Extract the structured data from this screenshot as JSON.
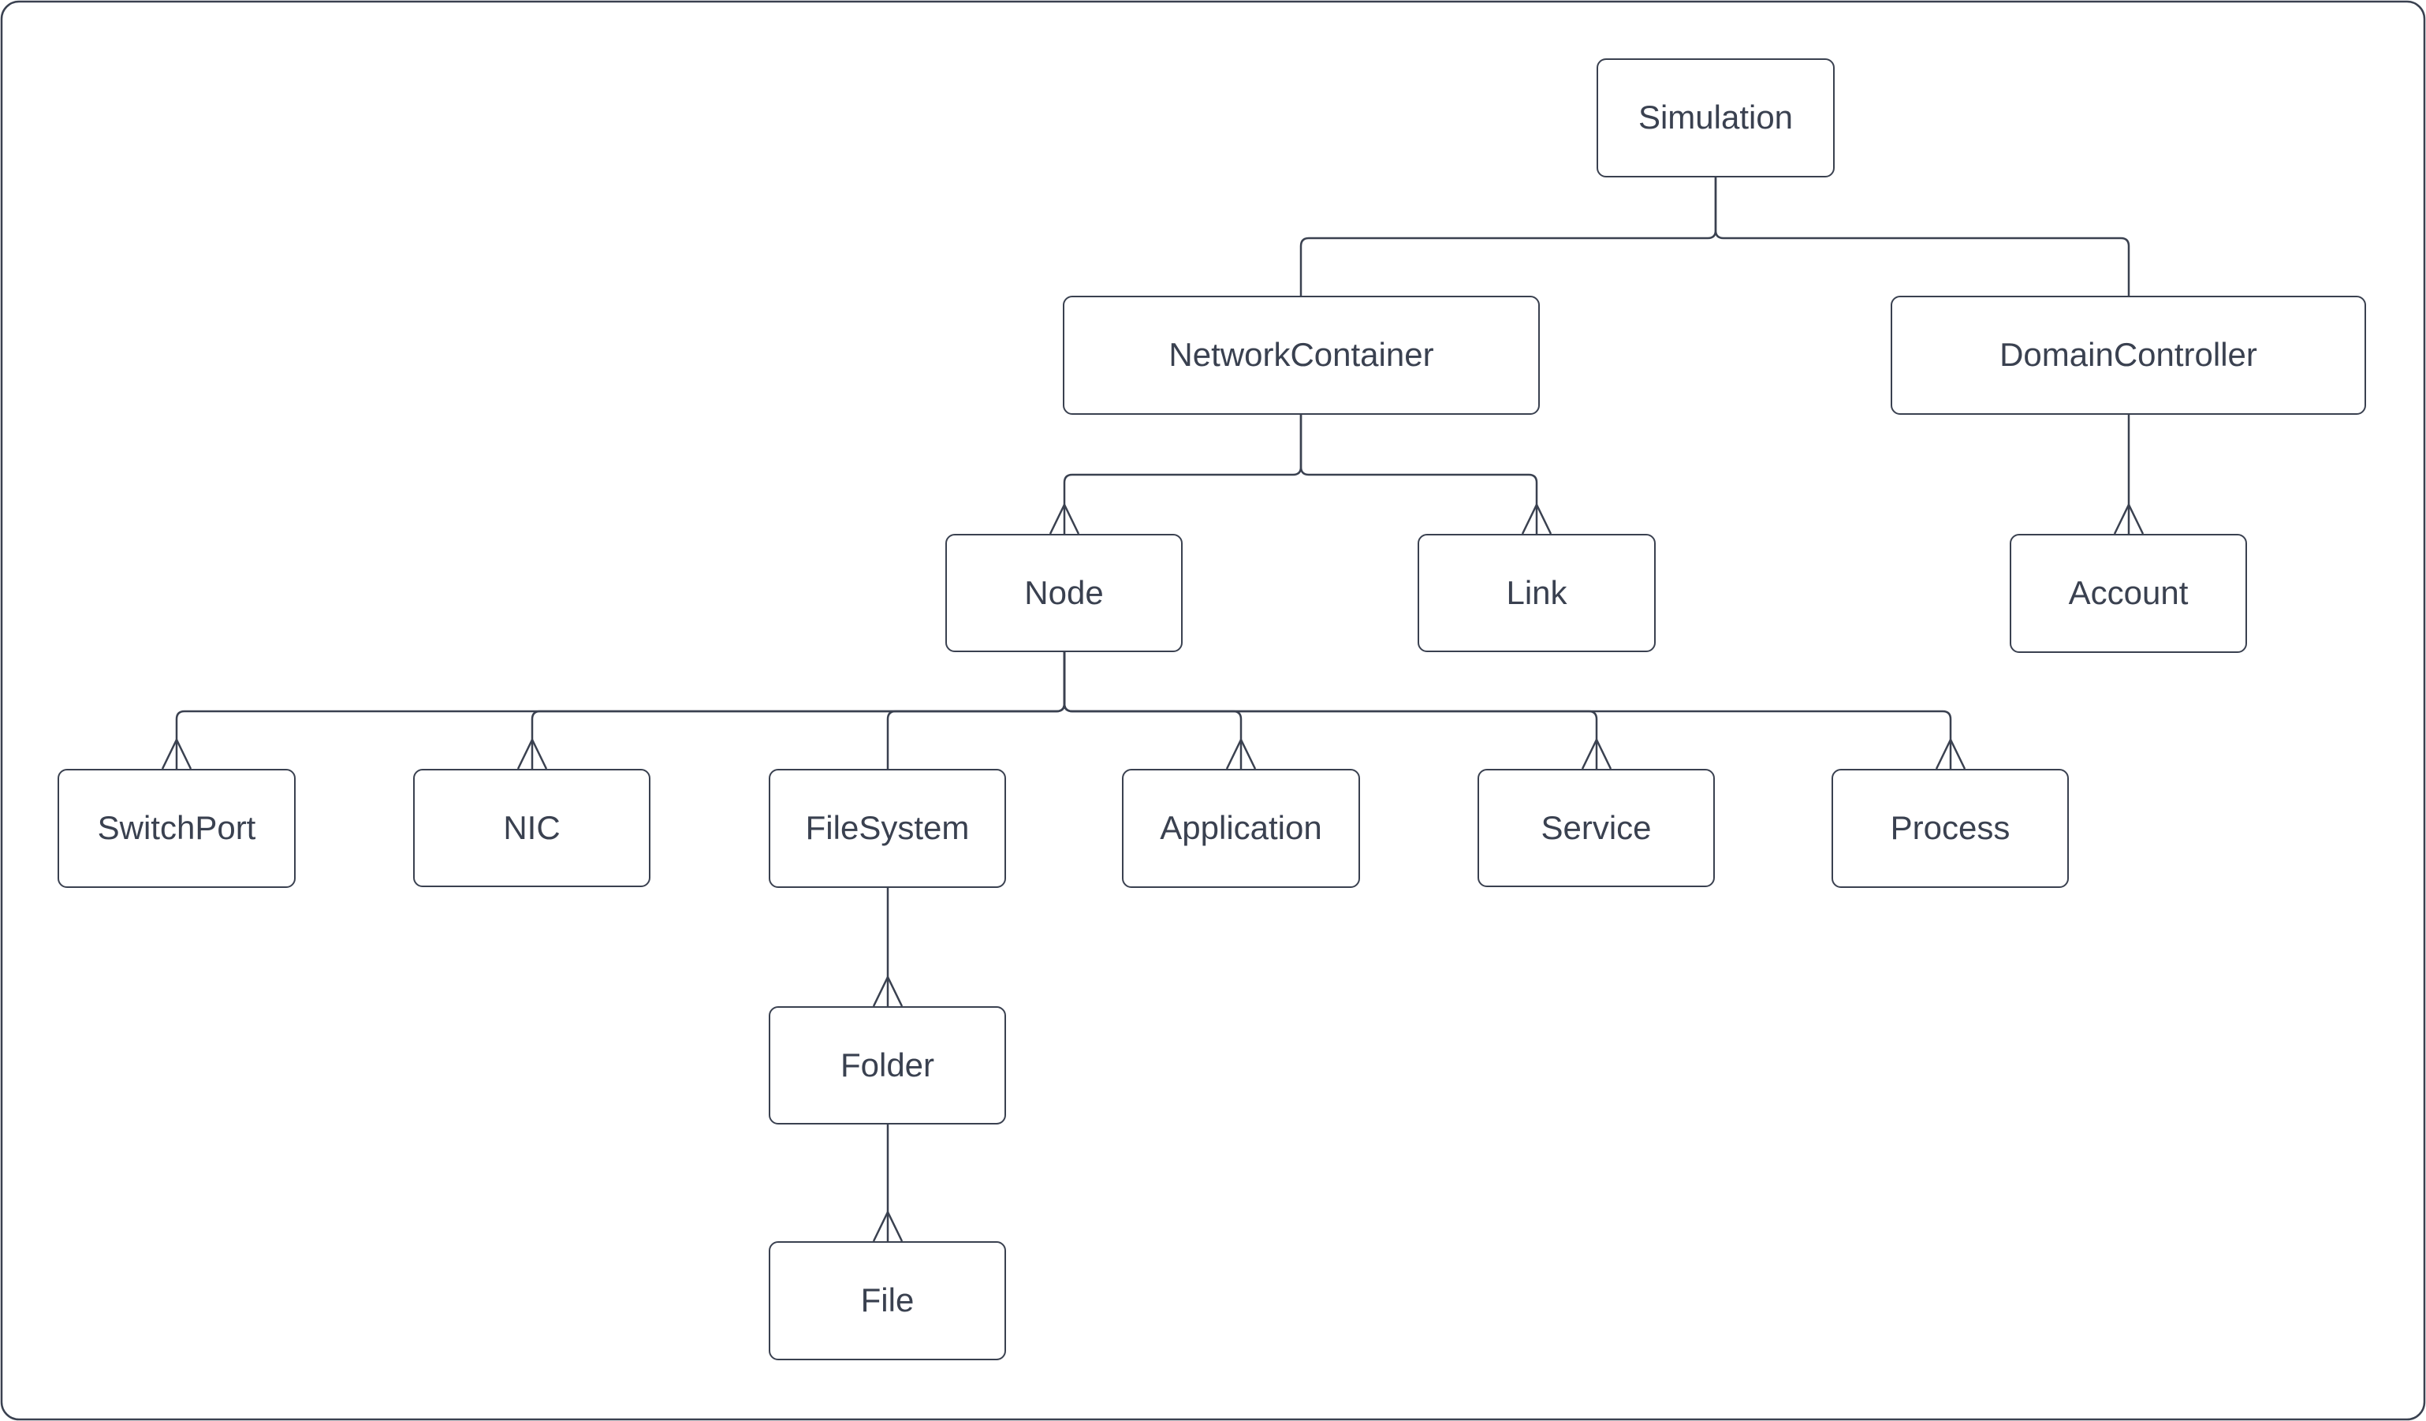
{
  "diagram": {
    "type": "hierarchy-tree",
    "colors": {
      "line": "#3a4150",
      "text": "#3a4150",
      "box_fill": "#ffffff",
      "background": "#ffffff"
    },
    "nodes": [
      {
        "id": "simulation",
        "label": "Simulation"
      },
      {
        "id": "networkcontainer",
        "label": "NetworkContainer"
      },
      {
        "id": "domaincontroller",
        "label": "DomainController"
      },
      {
        "id": "node",
        "label": "Node"
      },
      {
        "id": "link",
        "label": "Link"
      },
      {
        "id": "account",
        "label": "Account"
      },
      {
        "id": "switchport",
        "label": "SwitchPort"
      },
      {
        "id": "nic",
        "label": "NIC"
      },
      {
        "id": "filesystem",
        "label": "FileSystem"
      },
      {
        "id": "application",
        "label": "Application"
      },
      {
        "id": "service",
        "label": "Service"
      },
      {
        "id": "process",
        "label": "Process"
      },
      {
        "id": "folder",
        "label": "Folder"
      },
      {
        "id": "file",
        "label": "File"
      }
    ],
    "edges": [
      {
        "from": "simulation",
        "to": "networkcontainer",
        "arrowhead": false
      },
      {
        "from": "simulation",
        "to": "domaincontroller",
        "arrowhead": false
      },
      {
        "from": "networkcontainer",
        "to": "node",
        "arrowhead": true
      },
      {
        "from": "networkcontainer",
        "to": "link",
        "arrowhead": true
      },
      {
        "from": "domaincontroller",
        "to": "account",
        "arrowhead": true
      },
      {
        "from": "node",
        "to": "switchport",
        "arrowhead": true
      },
      {
        "from": "node",
        "to": "nic",
        "arrowhead": true
      },
      {
        "from": "node",
        "to": "filesystem",
        "arrowhead": false
      },
      {
        "from": "node",
        "to": "application",
        "arrowhead": true
      },
      {
        "from": "node",
        "to": "service",
        "arrowhead": true
      },
      {
        "from": "node",
        "to": "process",
        "arrowhead": true
      },
      {
        "from": "filesystem",
        "to": "folder",
        "arrowhead": true
      },
      {
        "from": "folder",
        "to": "file",
        "arrowhead": true
      }
    ]
  }
}
